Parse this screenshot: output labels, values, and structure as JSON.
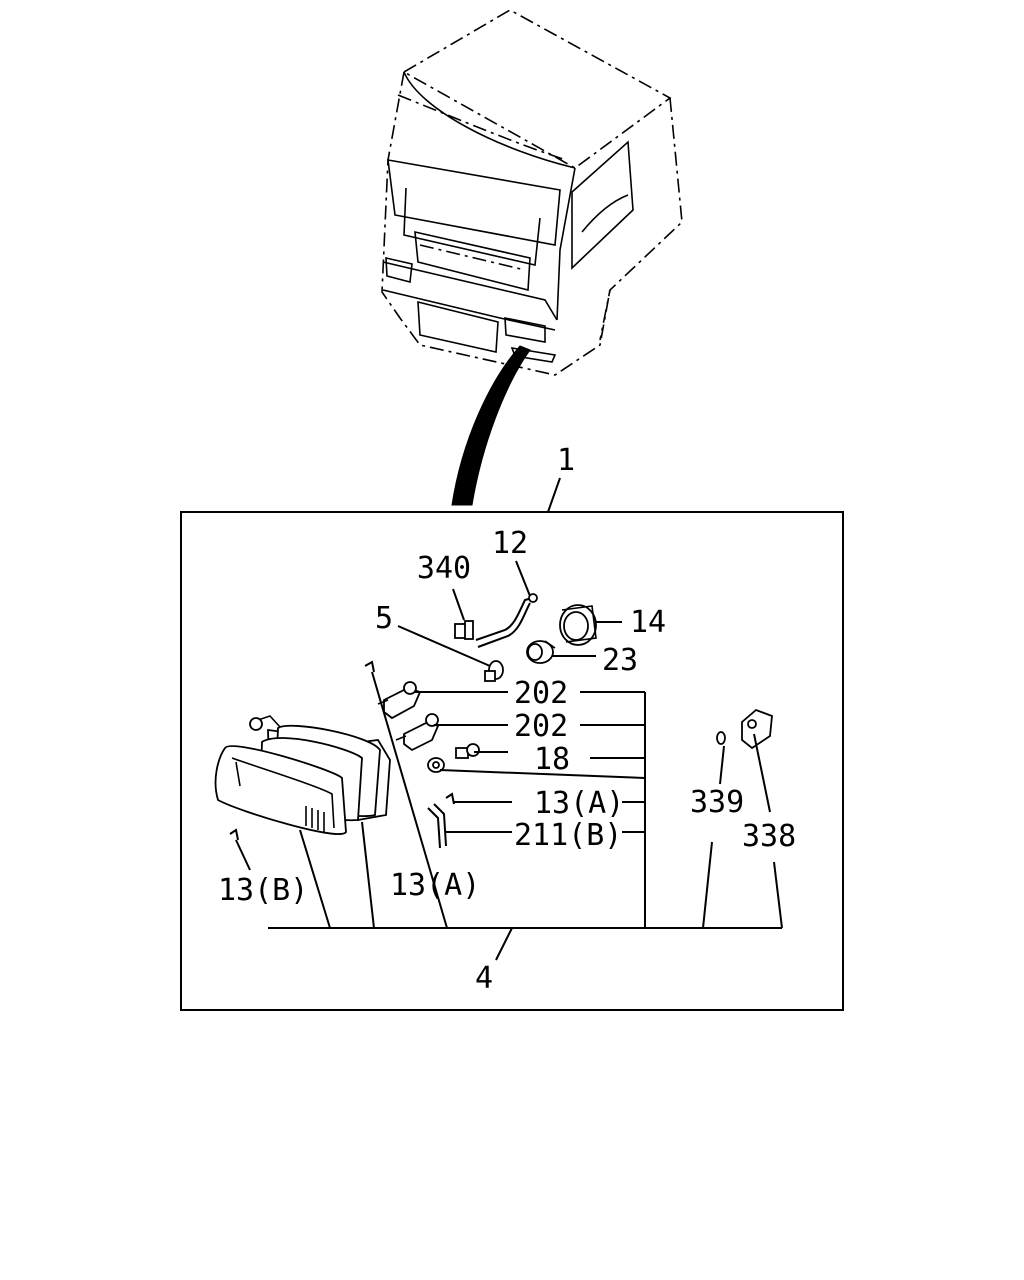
{
  "assembly_label": "1",
  "callouts": {
    "c340": "340",
    "c12": "12",
    "c5": "5",
    "c14": "14",
    "c23": "23",
    "c202a": "202",
    "c202b": "202",
    "c18": "18",
    "c13a_right": "13(A)",
    "c211b": "211(B)",
    "c339": "339",
    "c338": "338",
    "c13b": "13(B)",
    "c13a_left": "13(A)",
    "c4": "4"
  }
}
